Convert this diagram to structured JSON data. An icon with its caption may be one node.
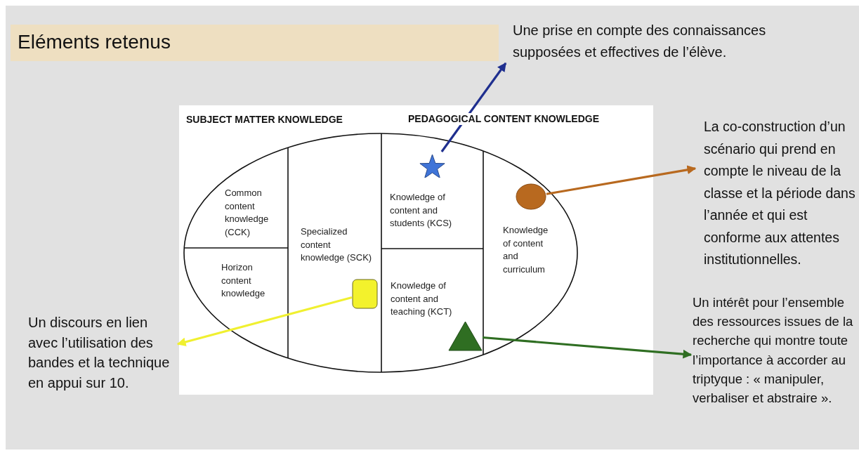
{
  "diagram": {
    "title": "Eléments retenus",
    "nodes": [
      {
        "text": [
          "Common content knowledge (CCK)"
        ]
      },
      {
        "text": [
          "Horizon content knowledge"
        ]
      },
      {
        "text": [
          "Specialized content knowledge (SCK)"
        ]
      },
      {
        "text": [
          "Knowledge of content and students (KCS)"
        ]
      },
      {
        "text": [
          "Knowledge of content and teaching (KCT)"
        ]
      },
      {
        "text": [
          "Knowledge of content and curriculum"
        ]
      },
      {
        "text": [],
        "shape": "star",
        "in": 3
      },
      {
        "text": [],
        "shape": "circle",
        "in": 5
      },
      {
        "text": [],
        "shape": "box",
        "in": 2
      },
      {
        "text": [],
        "shape": "triangle",
        "in": 4
      },
      {
        "text": [
          "Une prise en compte des connaissances supposées et effectives de l’élève."
        ]
      },
      {
        "text": [
          "La co-construction d’un scénario qui prend en compte le niveau de la classe et la période dans l’année et qui est conforme aux attentes institutionnelles."
        ]
      },
      {
        "text": [
          "Un discours en lien avec l’utilisation des bandes et la technique en appui sur 10."
        ]
      },
      {
        "text": [
          "Un intérêt pour l’ensemble des ressources issues de la recherche qui  montre toute l’importance à accorder au triptyque : « manipuler, verbaliser et abstraire »."
        ]
      }
    ],
    "edges": [
      {
        "from": 6,
        "to": 10,
        "arrow": "to",
        "color": "#1f2f8f"
      },
      {
        "from": 7,
        "to": 11,
        "arrow": "to",
        "color": "#b8691f"
      },
      {
        "from": 8,
        "to": 12,
        "arrow": "to",
        "color": "#f0f030"
      },
      {
        "from": 9,
        "to": 13,
        "arrow": "to",
        "color": "#2f6e22"
      }
    ],
    "labels": [
      "SUBJECT MATTER KNOWLEDGE",
      "PEDAGOGICAL CONTENT KNOWLEDGE"
    ]
  }
}
